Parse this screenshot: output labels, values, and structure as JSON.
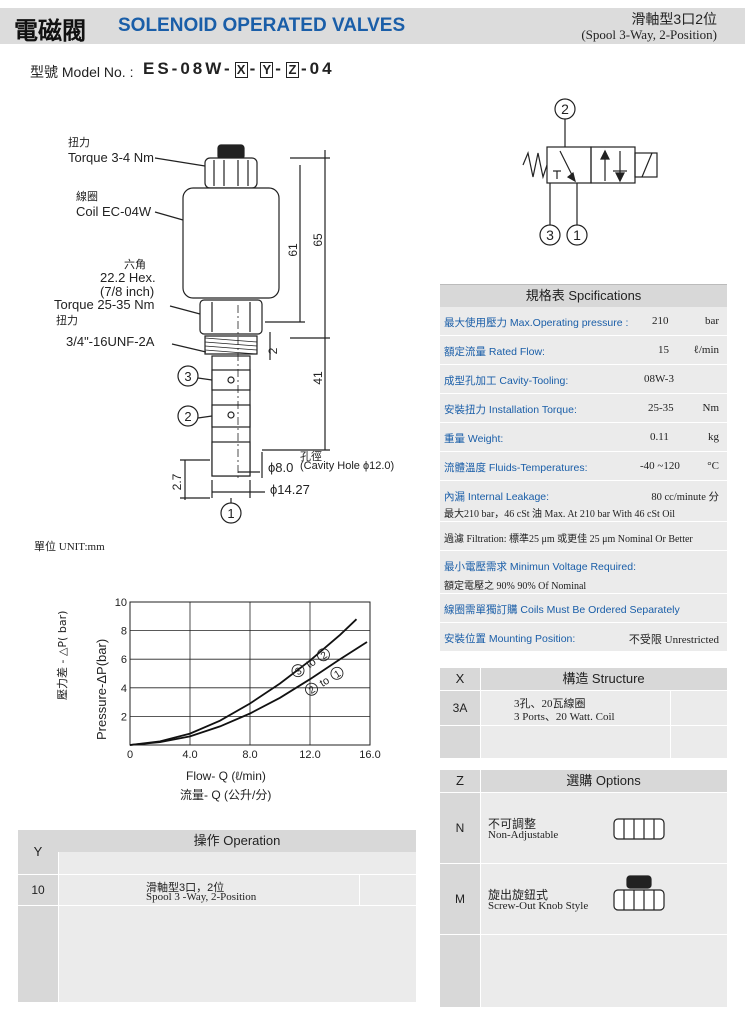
{
  "header": {
    "title_cn": "電磁閥",
    "title_en": "SOLENOID OPERATED VALVES",
    "sub_cn": "滑軸型3口2位",
    "sub_en": "(Spool 3-Way, 2-Position)"
  },
  "model": {
    "label": "型號 Model No. :",
    "prefix": "ES-08W-",
    "x": "X",
    "y": "Y",
    "z": "Z",
    "suffix": "-04",
    "sep": "-"
  },
  "drawing": {
    "torque1_cn": "扭力",
    "torque1": "Torque 3-4 Nm",
    "coil_cn": "線圈",
    "coil": "Coil EC-04W",
    "hex_cn": "六角",
    "hex": "22.2 Hex.",
    "hex_inch": "(7/8 inch)",
    "torque2": "Torque 25-35 Nm",
    "torque2_cn": "扭力",
    "thread": "3/4\"-16UNF-2A",
    "port3": "3",
    "port2": "2",
    "port1": "1",
    "dim65": "65",
    "dim61": "61",
    "dim2": "2",
    "dim41": "41",
    "dim27": "2.7",
    "hole_cn": "孔徑",
    "dia8": "ϕ8.0",
    "cavity": "(Cavity Hole ϕ12.0)",
    "dia1427": "ϕ14.27"
  },
  "symbol": {
    "port2": "2",
    "port3": "3",
    "port1": "1"
  },
  "unit": "單位 UNIT:mm",
  "chart_data": {
    "type": "line",
    "ylabel_cn": "壓力差 - △P( bar)",
    "ylabel": "Pressure-ΔP(bar)",
    "xlabel": "Flow- Q (ℓ/min)",
    "xlabel_cn": "流量- Q (公升/分)",
    "xlim": [
      0,
      16
    ],
    "ylim": [
      0,
      10
    ],
    "x_ticks": [
      "0",
      "4.0",
      "8.0",
      "12.0",
      "16.0"
    ],
    "y_ticks": [
      "2",
      "4",
      "6",
      "8",
      "10"
    ],
    "grid": true,
    "series": [
      {
        "name": "3to2",
        "label_a": "3",
        "label_mid": "to",
        "label_b": "2",
        "x": [
          0,
          2,
          4,
          6,
          8,
          10,
          12,
          14,
          15.1
        ],
        "y": [
          0,
          0.25,
          0.8,
          1.7,
          2.9,
          4.3,
          5.9,
          7.7,
          8.8
        ]
      },
      {
        "name": "2to1",
        "label_a": "2",
        "label_mid": "to",
        "label_b": "1",
        "x": [
          0,
          2,
          4,
          6,
          8,
          10,
          12,
          14,
          15.8
        ],
        "y": [
          0,
          0.2,
          0.6,
          1.3,
          2.2,
          3.3,
          4.6,
          6.0,
          7.2
        ]
      }
    ]
  },
  "spec": {
    "title": "規格表 Spcifications",
    "rows": [
      {
        "label": "最大使用壓力 Max.Operating pressure :",
        "value": "210",
        "unit": "bar"
      },
      {
        "label": "額定流量 Rated Flow:",
        "value": "15",
        "unit": "ℓ/min"
      },
      {
        "label": "成型孔加工 Cavity-Tooling:",
        "value": "08W-3",
        "unit": ""
      },
      {
        "label": "安裝扭力 Installation Torque:",
        "value": "25-35",
        "unit": "Nm"
      },
      {
        "label": "重量 Weight:",
        "value": "0.11",
        "unit": "kg"
      },
      {
        "label": "流體溫度 Fluids-Temperatures:",
        "value": "-40 ~120",
        "unit": "°C"
      }
    ],
    "leak_label": "內漏 Internal Leakage:",
    "leak_value": "80 cc/minute 分",
    "leak_sub": "最大210 bar，46 cSt 油     Max. At 210 bar With 46 cSt Oil",
    "filtration": "過濾 Filtration: 標準25 μm 或更佳  25 μm Nominal Or Better",
    "minvolt_label": "最小電壓需求 Minimun Voltage Required:",
    "minvolt_sub": "額定電壓之 90%      90% Of Nominal",
    "coil_order": "線圈需單獨訂購 Coils Must Be Ordered Separately",
    "mount_label": "安裝位置 Mounting Position:",
    "mount_value": "不受限  Unrestricted"
  },
  "structure": {
    "col1": "X",
    "col2": "構造 Structure",
    "rows": [
      {
        "code": "3A",
        "cn": "3孔、20瓦線圈",
        "en": "3 Ports、20 Watt. Coil"
      }
    ]
  },
  "options": {
    "col1": "Z",
    "col2": "選購 Options",
    "rows": [
      {
        "code": "N",
        "cn": "不可調整",
        "en": "Non-Adjustable"
      },
      {
        "code": "M",
        "cn": "旋出旋鈕式",
        "en": "Screw-Out Knob Style"
      }
    ]
  },
  "operation": {
    "col1": "Y",
    "col2": "操作 Operation",
    "rows": [
      {
        "code": "10",
        "cn": "滑軸型3口，2位",
        "en": "Spool 3 -Way, 2-Position"
      }
    ]
  }
}
